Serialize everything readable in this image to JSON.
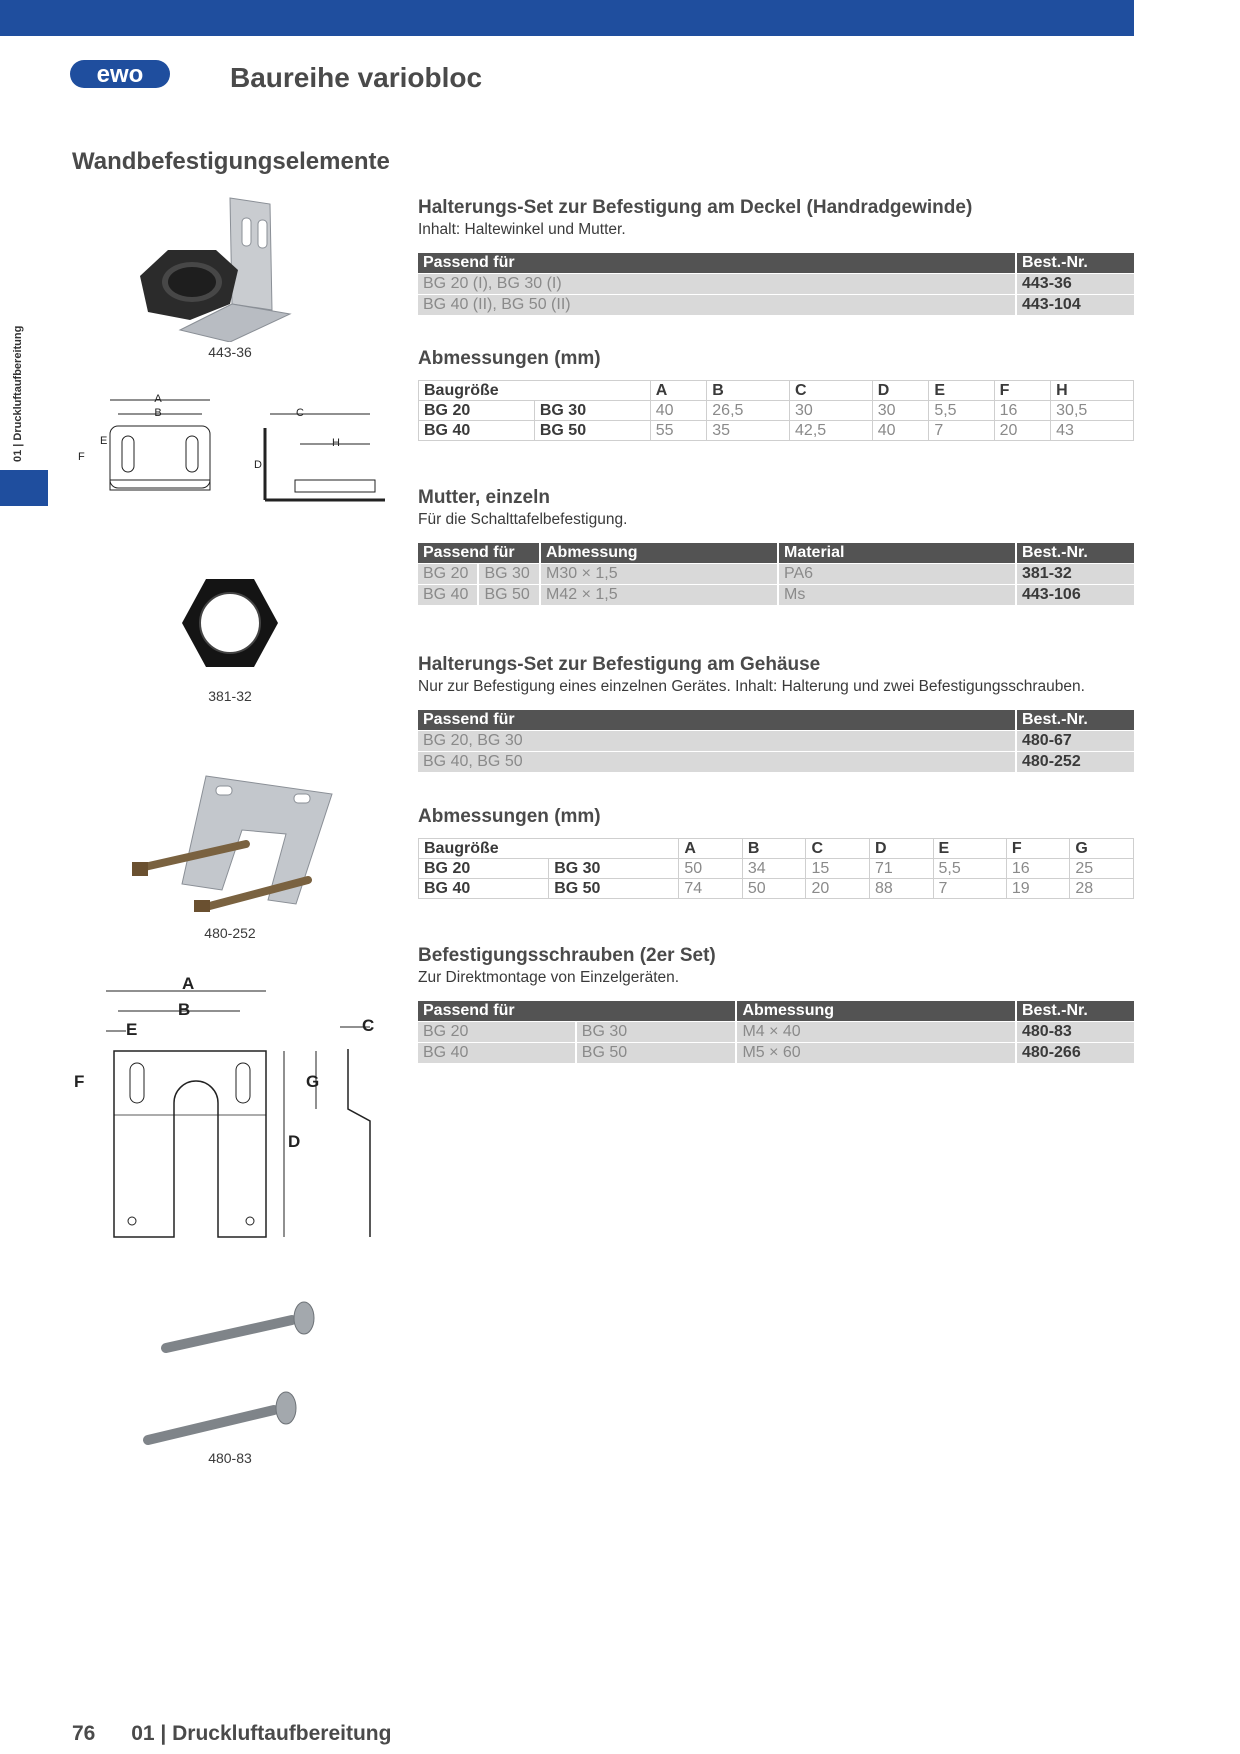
{
  "header": {
    "logo": "ewo",
    "title": "Baureihe variobloc"
  },
  "side": {
    "label": "01 | Druckluftaufbereitung"
  },
  "section_title": "Wandbefestigungselemente",
  "images": {
    "cap1": "443-36",
    "cap2": "381-32",
    "cap3": "480-252",
    "cap4": "480-83"
  },
  "drawing1": {
    "a": "A",
    "b": "B",
    "c": "C",
    "d": "D",
    "e": "E",
    "f": "F",
    "h": "H"
  },
  "drawing2": {
    "a": "A",
    "b": "B",
    "c": "C",
    "d": "D",
    "e": "E",
    "f": "F",
    "g": "G"
  },
  "s1": {
    "title": "Halterungs-Set zur Befestigung am Deckel (Handradgewinde)",
    "desc": "Inhalt: Haltewinkel und Mutter.",
    "headers": [
      "Passend für",
      "Best.-Nr."
    ],
    "rows": [
      [
        "BG 20 (I), BG 30 (I)",
        "443-36"
      ],
      [
        "BG 40 (II), BG 50 (II)",
        "443-104"
      ]
    ]
  },
  "d1": {
    "title": "Abmessungen (mm)",
    "headers": [
      "Baugröße",
      "",
      "A",
      "B",
      "C",
      "D",
      "E",
      "F",
      "H"
    ],
    "rows": [
      [
        "BG 20",
        "BG 30",
        "40",
        "26,5",
        "30",
        "30",
        "5,5",
        "16",
        "30,5"
      ],
      [
        "BG 40",
        "BG 50",
        "55",
        "35",
        "42,5",
        "40",
        "7",
        "20",
        "43"
      ]
    ]
  },
  "s2": {
    "title": "Mutter, einzeln",
    "desc": "Für die Schalttafelbefestigung.",
    "headers": [
      "Passend für",
      "Abmessung",
      "Material",
      "Best.-Nr."
    ],
    "rows": [
      [
        "BG 20",
        "BG 30",
        "M30 × 1,5",
        "PA6",
        "381-32"
      ],
      [
        "BG 40",
        "BG 50",
        "M42 × 1,5",
        "Ms",
        "443-106"
      ]
    ]
  },
  "s3": {
    "title": "Halterungs-Set zur Befestigung am Gehäuse",
    "desc": "Nur zur Befestigung eines einzelnen Gerätes. Inhalt: Halterung und zwei Befestigungsschrauben.",
    "headers": [
      "Passend für",
      "Best.-Nr."
    ],
    "rows": [
      [
        "BG 20, BG 30",
        "480-67"
      ],
      [
        "BG 40, BG 50",
        "480-252"
      ]
    ]
  },
  "d2": {
    "title": "Abmessungen (mm)",
    "headers": [
      "Baugröße",
      "",
      "A",
      "B",
      "C",
      "D",
      "E",
      "F",
      "G"
    ],
    "rows": [
      [
        "BG 20",
        "BG 30",
        "50",
        "34",
        "15",
        "71",
        "5,5",
        "16",
        "25"
      ],
      [
        "BG 40",
        "BG 50",
        "74",
        "50",
        "20",
        "88",
        "7",
        "19",
        "28"
      ]
    ]
  },
  "s4": {
    "title": "Befestigungsschrauben (2er Set)",
    "desc": "Zur Direktmontage von Einzelgeräten.",
    "headers": [
      "Passend für",
      "Abmessung",
      "Best.-Nr."
    ],
    "rows": [
      [
        "BG 20",
        "BG 30",
        "M4 × 40",
        "480-83"
      ],
      [
        "BG 40",
        "BG 50",
        "M5 × 60",
        "480-266"
      ]
    ]
  },
  "footer": {
    "page": "76",
    "chapter": "01 | Druckluftaufbereitung"
  },
  "colors": {
    "brand_blue": "#1f4e9e",
    "table_header": "#535353",
    "table_row": "#d9d9d9"
  }
}
